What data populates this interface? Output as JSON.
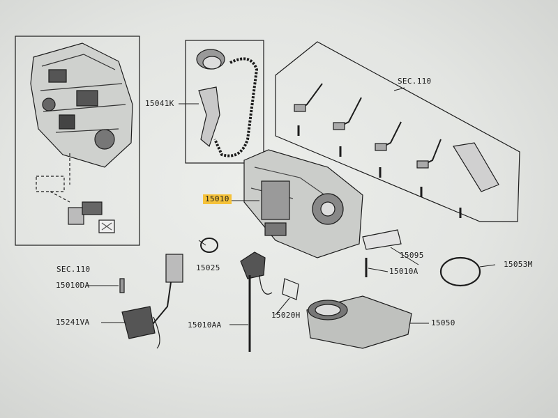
{
  "labels": {
    "sec110_left": "SEC.110",
    "sec110_right": "SEC.110",
    "p15041K": "15041K",
    "p15010": "15010",
    "p15025": "15025",
    "p15010DA": "15010DA",
    "p15241VA": "15241VA",
    "p15010AA": "15010AA",
    "p15020H": "15020H",
    "p15095": "15095",
    "p15010A": "15010A",
    "p15053M": "15053M",
    "p15050": "15050"
  },
  "colors": {
    "highlight": "#f5c23a",
    "line": "#1c1c1c"
  }
}
